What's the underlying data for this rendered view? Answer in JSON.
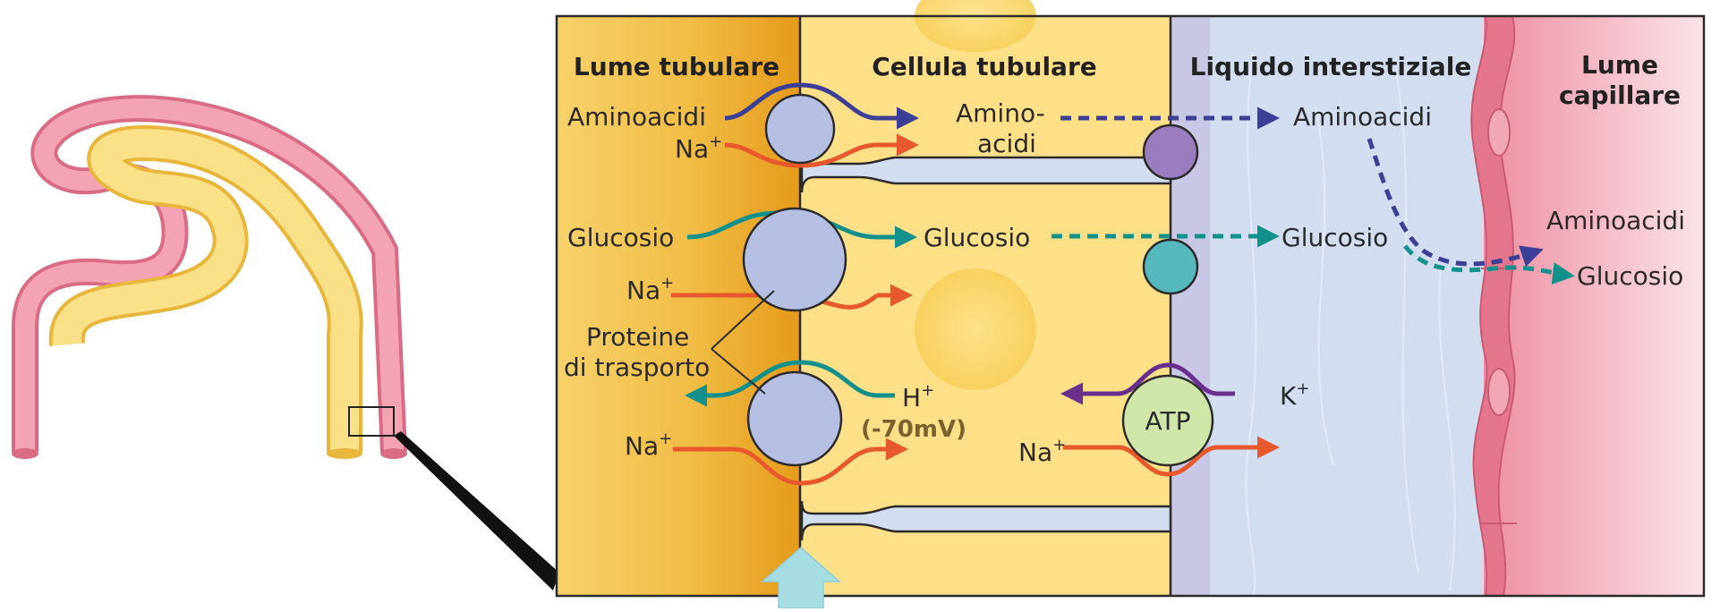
{
  "headers": {
    "tubular_lumen": "Lume tubulare",
    "tubular_cell": "Cellula tubulare",
    "interstitial_fluid": "Liquido interstiziale",
    "capillary_lumen_line1": "Lume",
    "capillary_lumen_line2": "capillare"
  },
  "labels": {
    "aminoacids": "Aminoacidi",
    "sodium": "Na",
    "plus": "+",
    "amino_line1": "Amino-",
    "amino_line2": "acidi",
    "glucose": "Glucosio",
    "proteins_line1": "Proteine",
    "proteins_line2": "di trasporto",
    "hydrogen": "H",
    "membrane_potential": "(-70mV)",
    "atp": "ATP",
    "potassium": "K",
    "cap_aminoacids": "Aminoacidi",
    "cap_glucose": "Glucosio"
  },
  "colors": {
    "lumen_yellow": "#f3c24a",
    "lumen_dark": "#e7a01d",
    "cell_yellow": "#fde087",
    "interstitial_blue": "#cfdaef",
    "capillary_pink": "#f3a2b3",
    "capillary_wall": "#e57a8f",
    "transporter_blue": "#b4bfe3",
    "amino_arrow": "#3b3f96",
    "sodium_arrow": "#e8582d",
    "glucose_arrow": "#12918c",
    "pump_green": "#cfe6a8",
    "potassium_arrow": "#6a2e8f",
    "violet_channel": "#9a7cbf",
    "teal_channel": "#54b8be",
    "potential_text": "#7a6230",
    "highlight_arrow": "#a6dde3"
  }
}
